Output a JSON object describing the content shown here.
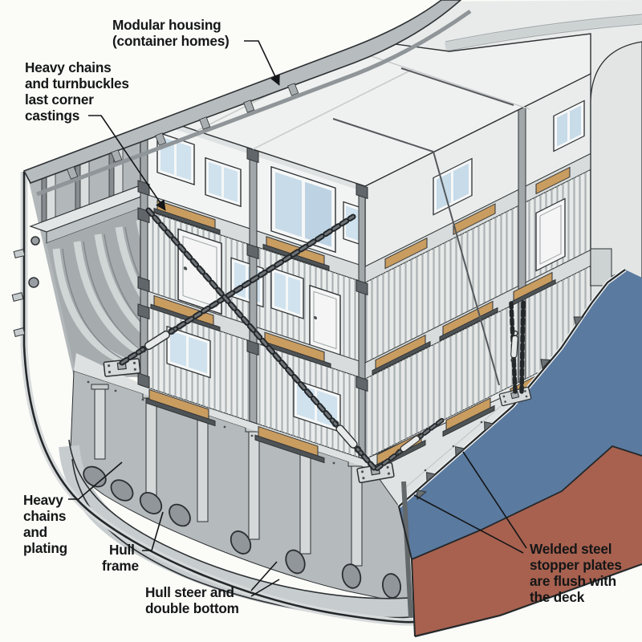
{
  "figure": {
    "type": "technical cutaway illustration",
    "subject": "Ship hull cross-section with modular container homes secured in the hold by chains and turnbuckles",
    "background": "#fbfbf8"
  },
  "labels": {
    "modular_housing": {
      "lines": [
        "Modular housing",
        "(container homes)"
      ]
    },
    "chains_turnbuckles": {
      "lines": [
        "Heavy chains",
        "and turnbuckles",
        "last corner",
        "castings"
      ]
    },
    "chains_plating": {
      "lines": [
        "Heavy",
        "chains",
        "and",
        "plating"
      ]
    },
    "hull_frame": {
      "lines": [
        "Hull",
        "frame"
      ]
    },
    "hull_double_bottom": {
      "lines": [
        "Hull steer and",
        "double bottom"
      ]
    },
    "stopper_plates": {
      "lines": [
        "Welded steel",
        "stopper plates",
        "are flush with",
        "the deck"
      ]
    }
  },
  "colors": {
    "background": "#fbfbf8",
    "steel_light": "#d5d9da",
    "steel_mid": "#b5babc",
    "steel_dark": "#8f9598",
    "outline": "#2d3133",
    "container_white": "#f2f4f3",
    "window_glass": "#c7dbe9",
    "wood_dunnage": "#c99c60",
    "hull_topside_blue": "#5a7aa0",
    "hull_bottom_red": "#a8614f",
    "deck_gray": "#dfe3e3",
    "label_text": "#141617"
  }
}
